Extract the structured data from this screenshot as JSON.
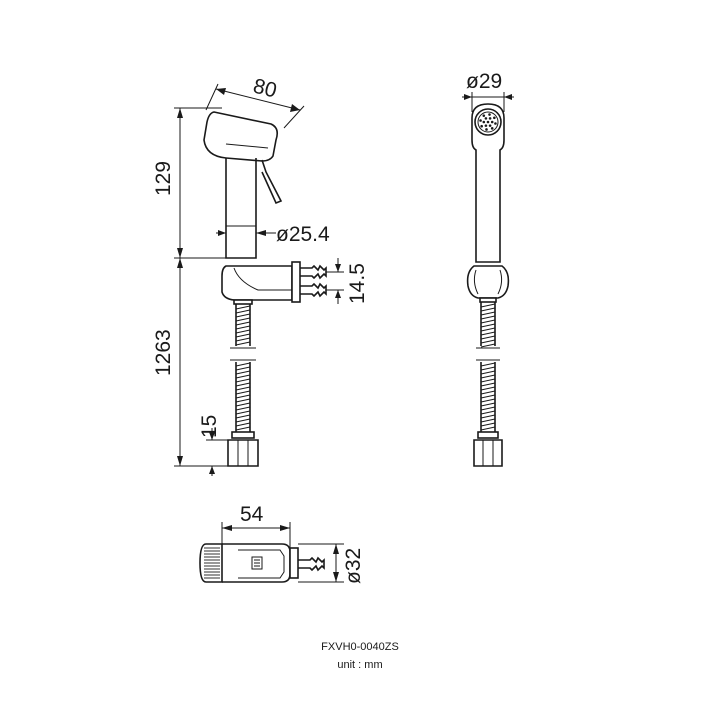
{
  "drawing": {
    "dimensions": {
      "head_length": "80",
      "head_height": "129",
      "handle_diameter": "ø25.4",
      "hose_length": "1263",
      "nut_height": "15",
      "nozzle_diameter": "ø29",
      "bracket_spacing": "14.5",
      "bracket_length": "54",
      "bracket_diameter": "ø32"
    },
    "model_code": "FXVH0-0040ZS",
    "unit_label": "unit : mm"
  }
}
